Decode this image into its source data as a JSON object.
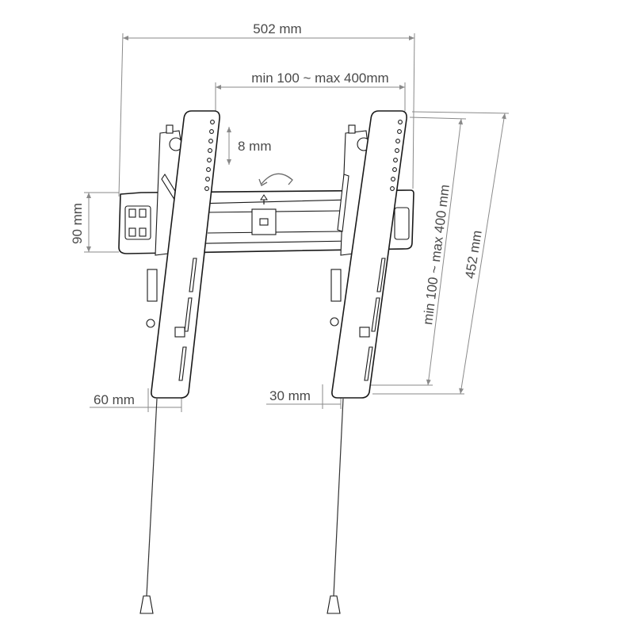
{
  "dimensions": {
    "overall_width": "502 mm",
    "vesa_horizontal": "min 100 ~ max 400mm",
    "vertical_adjust": "8 mm",
    "wall_plate_height": "90 mm",
    "vesa_vertical": "min 100 ~ max 400 mm",
    "overall_height": "452 mm",
    "bracket_offset_left": "60 mm",
    "bracket_offset_right": "30 mm"
  },
  "icons": {
    "tilt": "tilt-rotation-arrow-icon",
    "level": "level-indicator-icon"
  },
  "colors": {
    "line": "#1a1a1a",
    "dimension": "#8a8a8a",
    "text": "#4a4a4a"
  }
}
